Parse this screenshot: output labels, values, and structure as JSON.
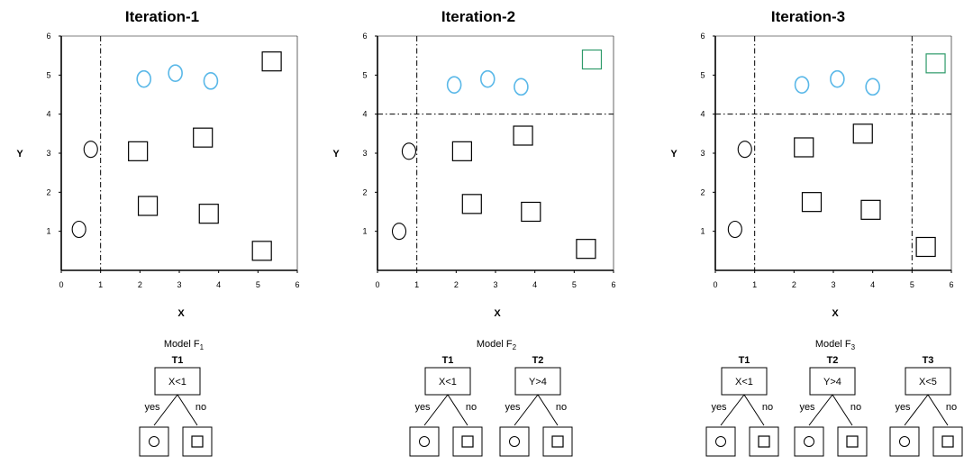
{
  "colors": {
    "class_a": "#5ab8e8",
    "class_a_misclassified": "#000000",
    "class_b": "#000000",
    "class_b_misclassified": "#2e9a6a"
  },
  "axis": {
    "x_label": "X",
    "y_label": "Y",
    "range": [
      0,
      6
    ],
    "ticks": [
      0,
      1,
      2,
      3,
      4,
      5,
      6
    ]
  },
  "branch_labels": {
    "yes": "yes",
    "no": "no"
  },
  "leaf_icons": {
    "circle": "circle-icon",
    "square": "square-icon"
  },
  "panels": [
    {
      "title": "Iteration-1",
      "model_label": "Model F",
      "model_sub": "1",
      "splits": [
        {
          "axis": "x",
          "value": 1
        }
      ],
      "circles": [
        {
          "x": 0.45,
          "y": 1.05,
          "highlight": false
        },
        {
          "x": 0.75,
          "y": 3.1,
          "highlight": false
        },
        {
          "x": 2.1,
          "y": 4.9,
          "highlight": true
        },
        {
          "x": 2.9,
          "y": 5.05,
          "highlight": true
        },
        {
          "x": 3.8,
          "y": 4.85,
          "highlight": true
        }
      ],
      "squares": [
        {
          "x": 1.95,
          "y": 3.05,
          "highlight": false
        },
        {
          "x": 2.2,
          "y": 1.65,
          "highlight": false
        },
        {
          "x": 3.6,
          "y": 3.4,
          "highlight": false
        },
        {
          "x": 3.75,
          "y": 1.45,
          "highlight": false
        },
        {
          "x": 5.1,
          "y": 0.5,
          "highlight": false
        },
        {
          "x": 5.35,
          "y": 5.35,
          "highlight": false
        }
      ],
      "trees": [
        {
          "name": "T1",
          "condition": "X<1",
          "yes_leaf": "circle",
          "no_leaf": "square"
        }
      ]
    },
    {
      "title": "Iteration-2",
      "model_label": "Model F",
      "model_sub": "2",
      "splits": [
        {
          "axis": "x",
          "value": 1
        },
        {
          "axis": "y",
          "value": 4
        }
      ],
      "circles": [
        {
          "x": 0.55,
          "y": 1.0,
          "highlight": false
        },
        {
          "x": 0.8,
          "y": 3.05,
          "highlight": false
        },
        {
          "x": 1.95,
          "y": 4.75,
          "highlight": true
        },
        {
          "x": 2.8,
          "y": 4.9,
          "highlight": true
        },
        {
          "x": 3.65,
          "y": 4.7,
          "highlight": true
        }
      ],
      "squares": [
        {
          "x": 2.15,
          "y": 3.05,
          "highlight": false
        },
        {
          "x": 2.4,
          "y": 1.7,
          "highlight": false
        },
        {
          "x": 3.7,
          "y": 3.45,
          "highlight": false
        },
        {
          "x": 3.9,
          "y": 1.5,
          "highlight": false
        },
        {
          "x": 5.3,
          "y": 0.55,
          "highlight": false
        },
        {
          "x": 5.45,
          "y": 5.4,
          "highlight": true
        }
      ],
      "trees": [
        {
          "name": "T1",
          "condition": "X<1",
          "yes_leaf": "circle",
          "no_leaf": "square"
        },
        {
          "name": "T2",
          "condition": "Y>4",
          "yes_leaf": "circle",
          "no_leaf": "square"
        }
      ]
    },
    {
      "title": "Iteration-3",
      "model_label": "Model F",
      "model_sub": "3",
      "splits": [
        {
          "axis": "x",
          "value": 1
        },
        {
          "axis": "y",
          "value": 4
        },
        {
          "axis": "x",
          "value": 5
        }
      ],
      "circles": [
        {
          "x": 0.5,
          "y": 1.05,
          "highlight": false
        },
        {
          "x": 0.75,
          "y": 3.1,
          "highlight": false
        },
        {
          "x": 2.2,
          "y": 4.75,
          "highlight": true
        },
        {
          "x": 3.1,
          "y": 4.9,
          "highlight": true
        },
        {
          "x": 4.0,
          "y": 4.7,
          "highlight": true
        }
      ],
      "squares": [
        {
          "x": 2.25,
          "y": 3.15,
          "highlight": false
        },
        {
          "x": 2.45,
          "y": 1.75,
          "highlight": false
        },
        {
          "x": 3.75,
          "y": 3.5,
          "highlight": false
        },
        {
          "x": 3.95,
          "y": 1.55,
          "highlight": false
        },
        {
          "x": 5.35,
          "y": 0.6,
          "highlight": false
        },
        {
          "x": 5.6,
          "y": 5.3,
          "highlight": true
        }
      ],
      "trees": [
        {
          "name": "T1",
          "condition": "X<1",
          "yes_leaf": "circle",
          "no_leaf": "square"
        },
        {
          "name": "T2",
          "condition": "Y>4",
          "yes_leaf": "circle",
          "no_leaf": "square"
        },
        {
          "name": "T3",
          "condition": "X<5",
          "yes_leaf": "circle",
          "no_leaf": "square"
        }
      ]
    }
  ]
}
